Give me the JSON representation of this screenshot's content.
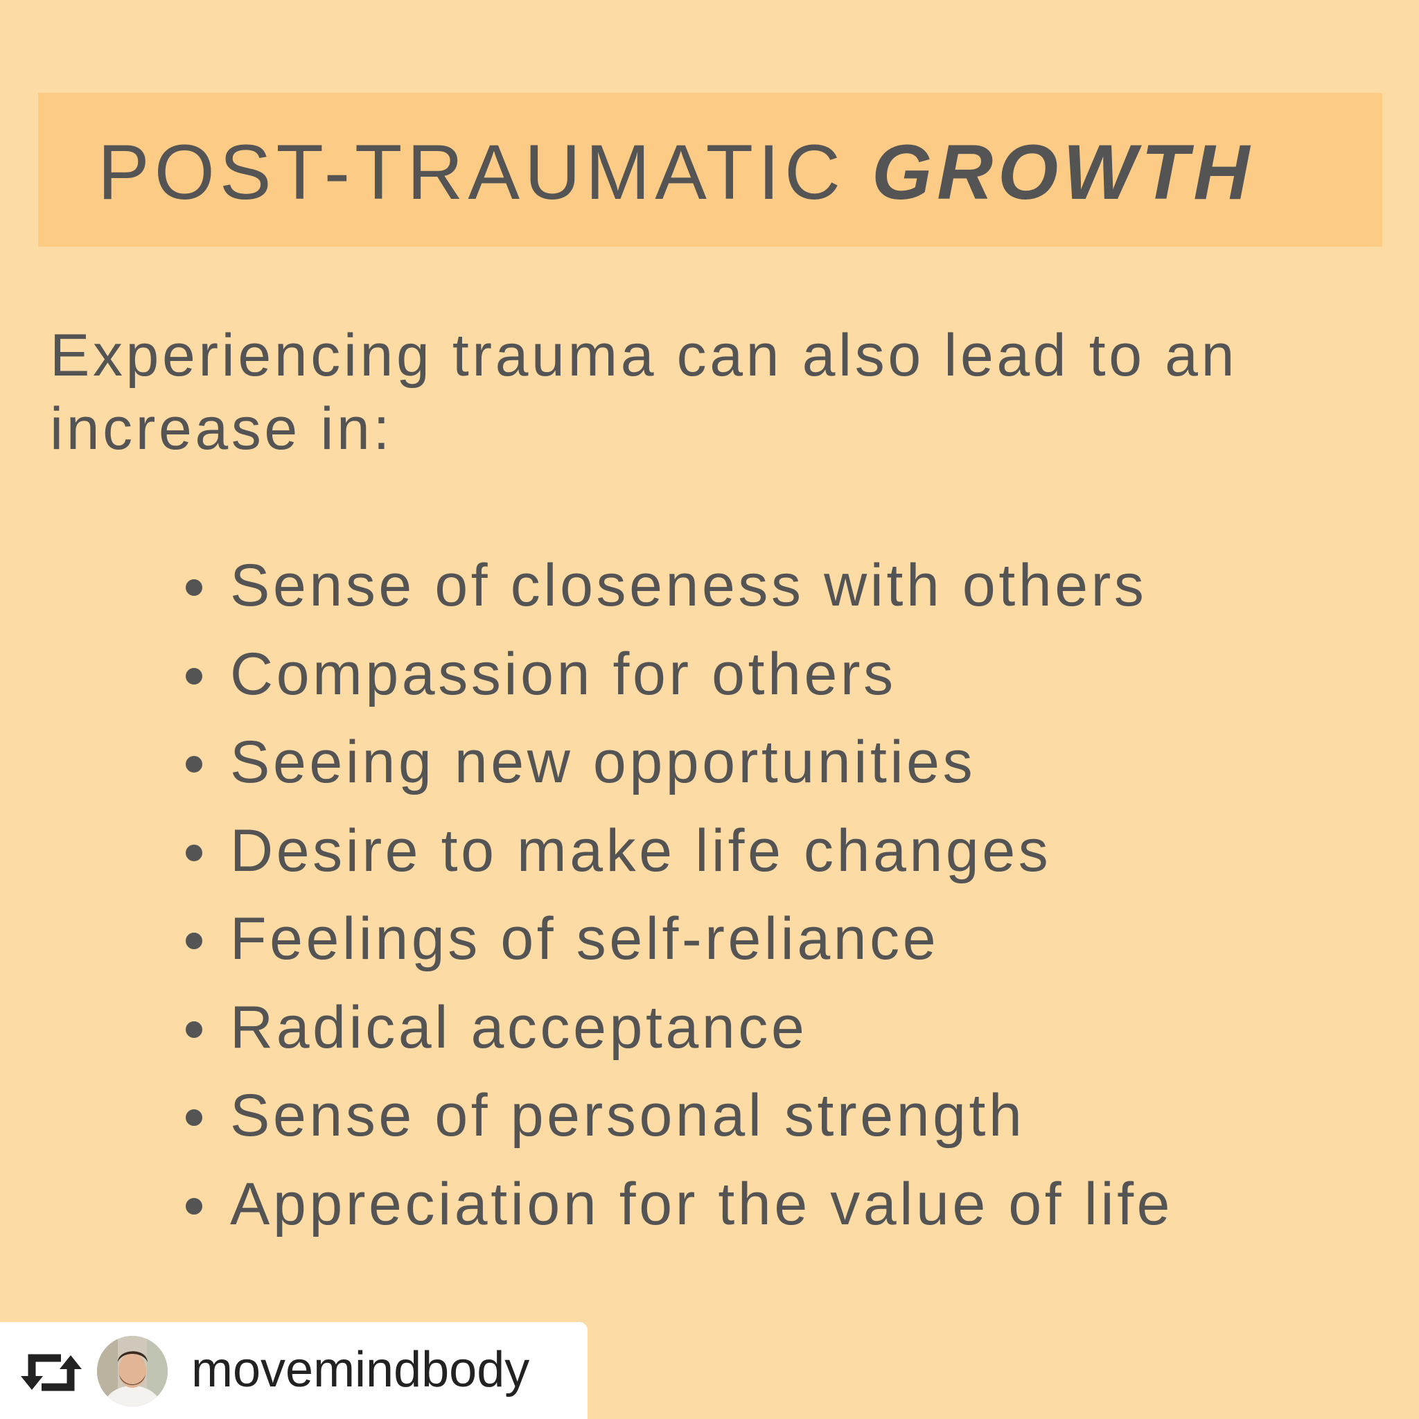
{
  "title": {
    "regular": "POST-TRAUMATIC ",
    "emphasis": "GROWTH"
  },
  "intro": "Experiencing trauma can also lead to an increase in:",
  "bullets": [
    "Sense of closeness with others",
    "Compassion for others",
    "Seeing new opportunities",
    "Desire to make life changes",
    "Feelings of self-reliance",
    "Radical acceptance",
    "Sense of personal strength",
    "Appreciation for the value of life"
  ],
  "repost": {
    "icon": "repost-icon",
    "username": "movemindbody"
  },
  "colors": {
    "background": "#fddba5",
    "title_band": "#fccb86",
    "text": "#545454"
  }
}
